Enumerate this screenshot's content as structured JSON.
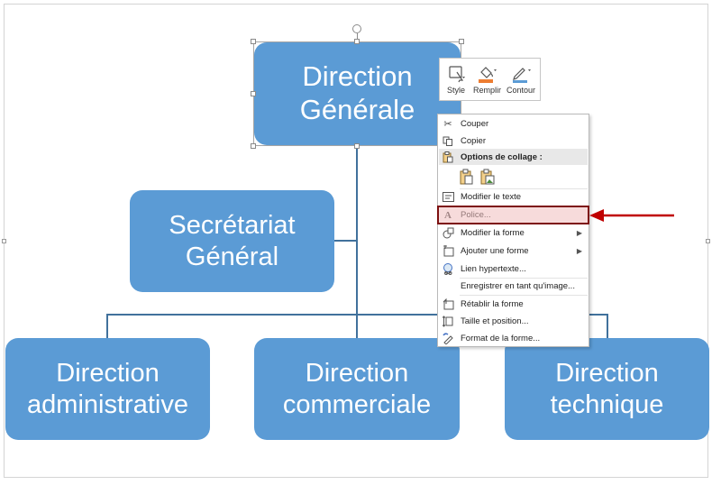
{
  "org_chart": {
    "top": {
      "line1": "Direction",
      "line2": "Générale"
    },
    "assistant": {
      "line1": "Secrétariat",
      "line2": "Général"
    },
    "children": [
      {
        "line1": "Direction",
        "line2": "administrative"
      },
      {
        "line1": "Direction",
        "line2": "commerciale"
      },
      {
        "line1": "Direction",
        "line2": "technique"
      }
    ]
  },
  "mini_toolbar": {
    "style_label": "Style",
    "fill_label": "Remplir",
    "outline_label": "Contour",
    "fill_color": "#ed7d31",
    "outline_color": "#5b9bd5"
  },
  "context_menu": {
    "cut": "Couper",
    "copy": "Copier",
    "paste_options": "Options de collage :",
    "edit_text": "Modifier le texte",
    "font": "Police...",
    "change_shape": "Modifier la forme",
    "add_shape": "Ajouter une forme",
    "hyperlink": "Lien hypertexte...",
    "save_as_image": "Enregistrer en tant qu'image...",
    "reset_shape": "Rétablir la forme",
    "size_position": "Taille et position...",
    "format_shape": "Format de la forme..."
  },
  "colors": {
    "shape_fill": "#5b9bd5",
    "connector": "#41719c",
    "highlight_border": "#7d1010",
    "arrow": "#c00000"
  }
}
